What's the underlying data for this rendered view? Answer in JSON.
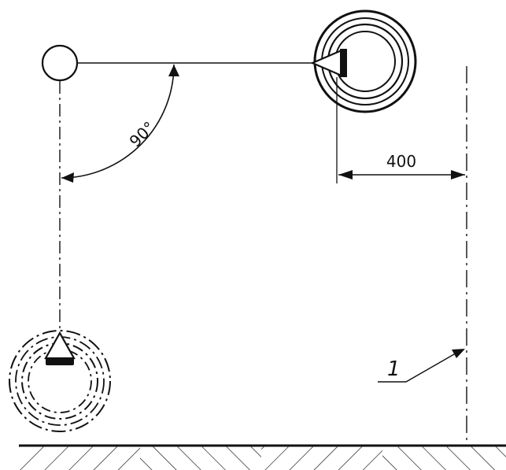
{
  "diagram": {
    "angle_label": "90°",
    "dimension_label": "400",
    "reference_label": "1",
    "colors": {
      "ink": "#111111",
      "background": "#ffffff"
    }
  }
}
